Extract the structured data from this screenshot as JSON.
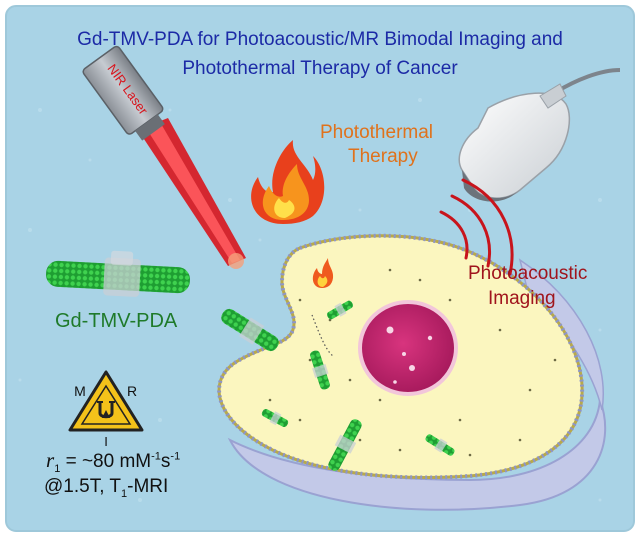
{
  "title": {
    "line1": "Gd-TMV-PDA for Photoacoustic/MR Bimodal Imaging and",
    "line2": "Photothermal Therapy of Cancer"
  },
  "laser": {
    "label": "NIR Laser"
  },
  "photothermal": {
    "line1": "Photothermal",
    "line2": "Therapy"
  },
  "photoacoustic": {
    "line1": "Photoacoustic",
    "line2": "Imaging"
  },
  "nanoparticle": {
    "label": "Gd-TMV-PDA"
  },
  "mri_sign": {
    "letter_m": "M",
    "letter_r": "R",
    "letter_i": "I"
  },
  "relaxivity": {
    "symbol": "r",
    "symbol_sub": "1",
    "equals": " = ~80 mM",
    "exp1": "-1",
    "s": "s",
    "exp2": "-1",
    "field": "@1.5T, T",
    "field_sub": "1",
    "field_tail": "-MRI"
  },
  "colors": {
    "title": "#1c2aa6",
    "photothermal_text": "#e0721c",
    "photoacoustic_text": "#a0141c",
    "nanoparticle_text": "#1f7a2a",
    "background": "#a9d3e6",
    "cell_cytoplasm": "#fbf6bf",
    "nucleus": "#c8246e",
    "laser_beam": "#d8141c",
    "rod_green": "#22b33a"
  }
}
